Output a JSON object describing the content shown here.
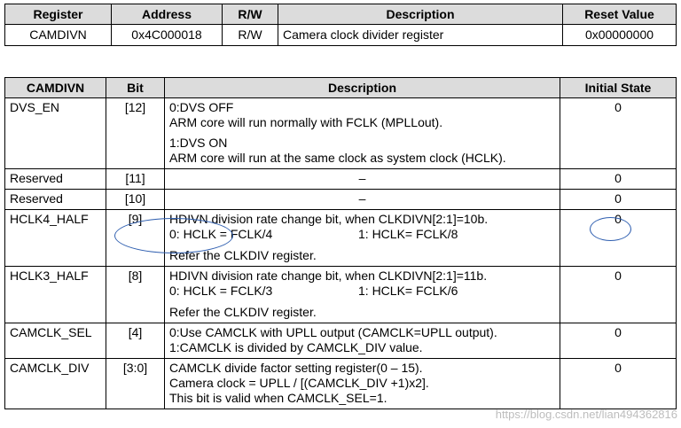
{
  "register_table": {
    "headers": [
      "Register",
      "Address",
      "R/W",
      "Description",
      "Reset Value"
    ],
    "row": {
      "register": "CAMDIVN",
      "address": "0x4C000018",
      "rw": "R/W",
      "description": "Camera clock divider register",
      "reset_value": "0x00000000"
    }
  },
  "bit_table": {
    "headers": [
      "CAMDIVN",
      "Bit",
      "Description",
      "Initial State"
    ],
    "rows": [
      {
        "name": "DVS_EN",
        "bit": "[12]",
        "init": "0",
        "d1": "0:DVS OFF",
        "d2": "ARM core will run normally with FCLK (MPLLout).",
        "d3": "1:DVS ON",
        "d4": "ARM core will run at the same clock as system clock (HCLK)."
      },
      {
        "name": "Reserved",
        "bit": "[11]",
        "desc": "–",
        "init": "0"
      },
      {
        "name": "Reserved",
        "bit": "[10]",
        "desc": "–",
        "init": "0"
      },
      {
        "name": "HCLK4_HALF",
        "bit": "[9]",
        "init": "0",
        "d1": "HDIVN division rate change bit, when CLKDIVN[2:1]=10b.",
        "d2a": "0: HCLK = FCLK/4",
        "d2b": "1: HCLK= FCLK/8",
        "d3": "Refer the CLKDIV register."
      },
      {
        "name": "HCLK3_HALF",
        "bit": "[8]",
        "init": "0",
        "d1": "HDIVN division rate change bit, when CLKDIVN[2:1]=11b.",
        "d2a": "0: HCLK = FCLK/3",
        "d2b": "1: HCLK= FCLK/6",
        "d3": "Refer the CLKDIV register."
      },
      {
        "name": "CAMCLK_SEL",
        "bit": "[4]",
        "init": "0",
        "d1": "0:Use CAMCLK with UPLL output (CAMCLK=UPLL output).",
        "d2": "1:CAMCLK is divided by CAMCLK_DIV value."
      },
      {
        "name": "CAMCLK_DIV",
        "bit": "[3:0]",
        "init": "0",
        "d1": "CAMCLK divide factor setting register(0 – 15).",
        "d2": "Camera clock = UPLL / [(CAMCLK_DIV +1)x2].",
        "d3": "This bit is valid when CAMCLK_SEL=1."
      }
    ]
  },
  "watermark": "https://blog.csdn.net/lian494362816",
  "colors": {
    "header_bg": "#dcdcdc",
    "annotation": "#2f5fb0",
    "watermark": "#bdbdbd"
  }
}
